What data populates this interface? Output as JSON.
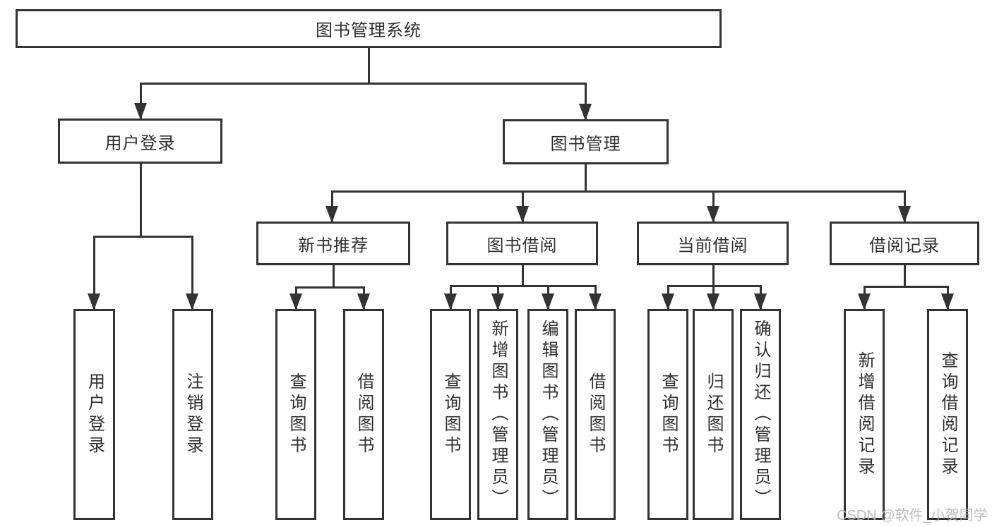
{
  "root": {
    "label": "图书管理系统"
  },
  "level2": {
    "user_login": {
      "label": "用户登录"
    },
    "book_management": {
      "label": "图书管理"
    }
  },
  "level3": {
    "new_book_recommend": {
      "label": "新书推荐"
    },
    "book_borrow": {
      "label": "图书借阅"
    },
    "current_borrow": {
      "label": "当前借阅"
    },
    "borrow_records": {
      "label": "借阅记录"
    }
  },
  "leaves": {
    "user_login": [
      {
        "label": "用户登录"
      },
      {
        "label": "注销登录"
      }
    ],
    "new_book_recommend": [
      {
        "label": "查询图书"
      },
      {
        "label": "借阅图书"
      }
    ],
    "book_borrow": [
      {
        "label": "查询图书"
      },
      {
        "label": "新增图书（管理员）"
      },
      {
        "label": "编辑图书（管理员）"
      },
      {
        "label": "借阅图书"
      }
    ],
    "current_borrow": [
      {
        "label": "查询图书"
      },
      {
        "label": "归还图书"
      },
      {
        "label": "确认归还（管理员）"
      }
    ],
    "borrow_records": [
      {
        "label": "新增借阅记录"
      },
      {
        "label": "查询借阅记录"
      }
    ]
  },
  "watermark": {
    "text": "CSDN @软件_小贺同学"
  },
  "colors": {
    "line": "#333333",
    "text": "#2f2f2f",
    "background": "#ffffff",
    "watermark": "#b8b8b8"
  }
}
